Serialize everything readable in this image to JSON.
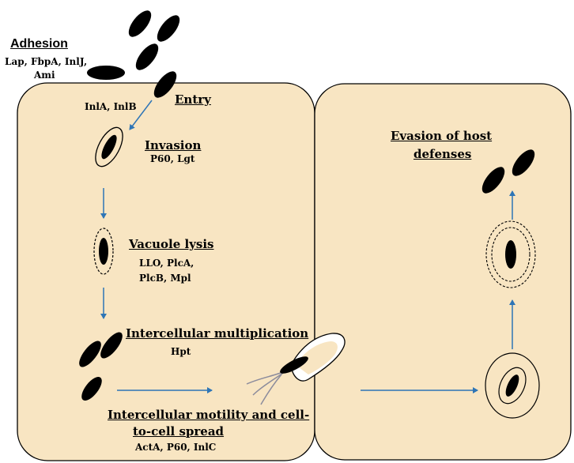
{
  "colors": {
    "cell_fill": "#f8e5c2",
    "cell_stroke": "#000000",
    "bacterium": "#000000",
    "arrow": "#2e75b6",
    "flagella": "#8c8c9c"
  },
  "icons": [
    "bacterium-icon",
    "vacuole-icon",
    "arrow-icon",
    "flagella-icon"
  ],
  "labels": {
    "adhesion": {
      "title": "Adhesion",
      "line1": "Lap, FbpA, InlJ,",
      "line2": "Ami"
    },
    "entry": {
      "proteins": "InlA, InlB",
      "title": "Entry"
    },
    "invasion": {
      "title": "Invasion",
      "proteins": "P60, Lgt"
    },
    "vacuole_lysis": {
      "title": "Vacuole lysis",
      "line1": "LLO, PlcA,",
      "line2": "PlcB, Mpl"
    },
    "multiplication": {
      "title": "Intercellular multiplication",
      "proteins": "Hpt"
    },
    "motility": {
      "title_line1": "Intercellular motility and cell-",
      "title_line2": "to-cell spread",
      "proteins": "ActA, P60, InlC"
    },
    "evasion": {
      "title_line1": "Evasion of host",
      "title_line2": "defenses"
    }
  }
}
